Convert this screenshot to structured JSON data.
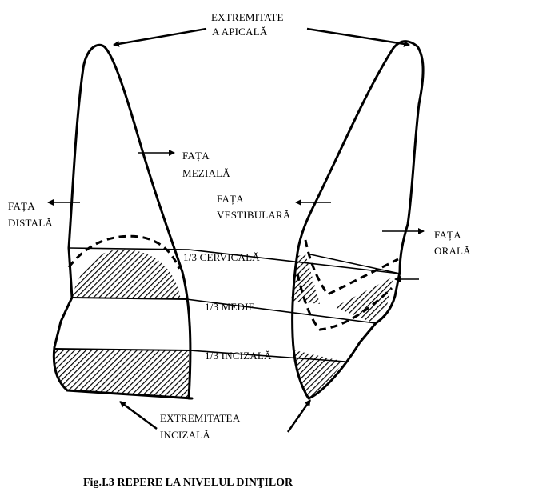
{
  "labels": {
    "apical_line1": "EXTREMITATE",
    "apical_line2": "A APICALĂ",
    "mesial_line1": "FAȚA",
    "mesial_line2": "MEZIALĂ",
    "distal_line1": "FAȚA",
    "distal_line2": "DISTALĂ",
    "vestibular_line1": "FAȚA",
    "vestibular_line2": "VESTIBULARĂ",
    "oral_line1": "FAȚA",
    "oral_line2": "ORALĂ",
    "cervical": "1/3 CERVICALĂ",
    "medie": "1/3 MEDIE",
    "incizala": "1/3 INCIZALĂ",
    "incisal_edge_line1": "EXTREMITATEA",
    "incisal_edge_line2": "INCIZALĂ"
  },
  "caption": "Fig.I.3 REPERE LA NIVELUL DINŢILOR",
  "colors": {
    "ink": "#000000",
    "background": "#ffffff"
  }
}
